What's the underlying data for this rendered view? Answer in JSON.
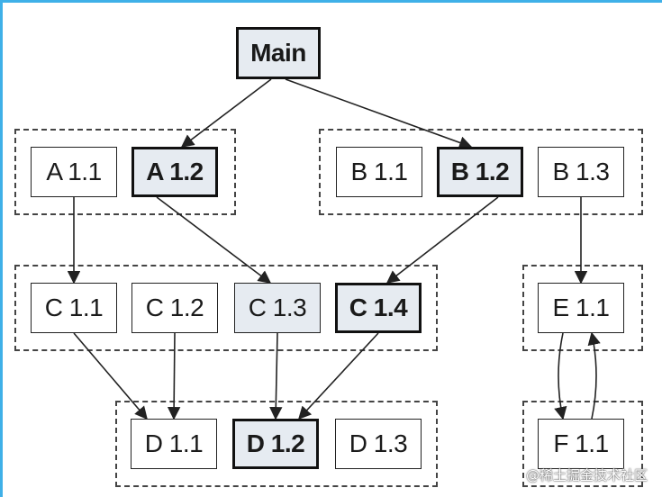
{
  "diagram": {
    "nodes": {
      "main": "Main",
      "a11": "A 1.1",
      "a12": "A 1.2",
      "b11": "B 1.1",
      "b12": "B 1.2",
      "b13": "B 1.3",
      "c11": "C 1.1",
      "c12": "C 1.2",
      "c13": "C 1.3",
      "c14": "C 1.4",
      "e11": "E 1.1",
      "d11": "D 1.1",
      "d12": "D 1.2",
      "d13": "D 1.3",
      "f11": "F 1.1"
    },
    "edges": [
      [
        "main",
        "a12"
      ],
      [
        "main",
        "b12"
      ],
      [
        "a11",
        "c11"
      ],
      [
        "a12",
        "c13"
      ],
      [
        "b12",
        "c14"
      ],
      [
        "b13",
        "e11"
      ],
      [
        "c11",
        "d11"
      ],
      [
        "c12",
        "d11"
      ],
      [
        "c13",
        "d12"
      ],
      [
        "c14",
        "d12"
      ],
      [
        "e11",
        "f11"
      ],
      [
        "f11",
        "e11"
      ]
    ]
  },
  "watermark": "@稀土掘金技术社区",
  "colors": {
    "highlight_fill": "#e6ebf1",
    "border": "#222222",
    "frame": "#3fb0e8"
  }
}
